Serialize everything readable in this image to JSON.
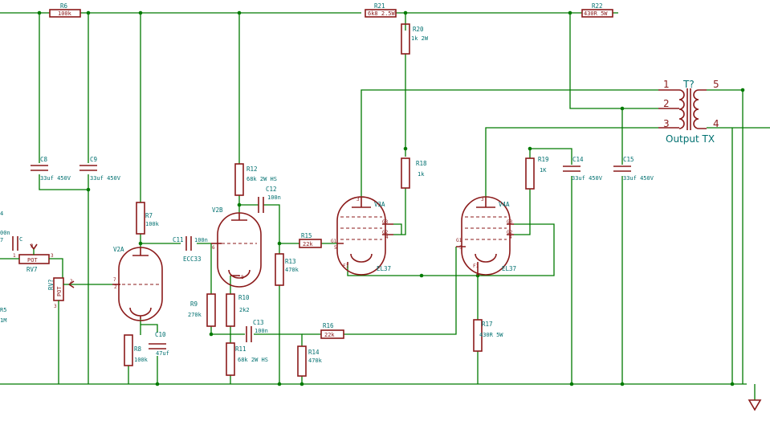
{
  "components": {
    "R6": {
      "ref": "R6",
      "value": "100k"
    },
    "R21": {
      "ref": "R21",
      "value": "6k8 2.5W"
    },
    "R20": {
      "ref": "R20",
      "value": "1k 2W"
    },
    "R22": {
      "ref": "R22",
      "value": "430R 5W"
    },
    "C8": {
      "ref": "C8",
      "value": "33uf 450V"
    },
    "C9": {
      "ref": "C9",
      "value": "33uf 450V"
    },
    "R7": {
      "ref": "R7",
      "value": "100k"
    },
    "R12": {
      "ref": "R12",
      "value": "68k 2W HS"
    },
    "C12": {
      "ref": "C12",
      "value": "100n"
    },
    "C11": {
      "ref": "C11",
      "value": "100n"
    },
    "R13": {
      "ref": "R13",
      "value": "470k"
    },
    "R15": {
      "ref": "R15",
      "value": "22k"
    },
    "R18": {
      "ref": "R18",
      "value": "1k"
    },
    "R19": {
      "ref": "R19",
      "value": "1K"
    },
    "C14": {
      "ref": "C14",
      "value": "33uf 450V"
    },
    "C15": {
      "ref": "C15",
      "value": "33uf 450V"
    },
    "R9": {
      "ref": "R9",
      "value": "270k"
    },
    "R10": {
      "ref": "R10",
      "value": "2k2"
    },
    "R8": {
      "ref": "R8",
      "value": "100k"
    },
    "C10": {
      "ref": "C10",
      "value": "47uf"
    },
    "C13": {
      "ref": "C13",
      "value": "100n"
    },
    "R11": {
      "ref": "R11",
      "value": "68k 2W HS"
    },
    "R16": {
      "ref": "R16",
      "value": "22k"
    },
    "R14": {
      "ref": "R14",
      "value": "470k"
    },
    "R17": {
      "ref": "R17",
      "value": "430R 5W"
    },
    "T": {
      "ref": "T?",
      "value": "Output TX"
    },
    "RV7": {
      "ref": "RV7",
      "value": "POT"
    },
    "RVq": {
      "ref": "RV?",
      "value": "POT"
    }
  },
  "tubes": {
    "V2A": {
      "ref": "V2A",
      "value": "ECC33"
    },
    "V2B": {
      "ref": "V2B",
      "value": ""
    },
    "V3A": {
      "ref": "V3A",
      "value": "EL37"
    },
    "V4A": {
      "ref": "V4A",
      "value": "EL37"
    }
  },
  "partial_labels": {
    "p1": "4",
    "p2": "00n",
    "p3": "7",
    "p4": "C",
    "p5": "R5",
    "p6": "1M"
  },
  "pins": {
    "t1": "1",
    "t2": "2",
    "t3": "3",
    "t5": "5",
    "t4": "4",
    "g1": "G1",
    "g2": "G2",
    "g3": "G3",
    "f1": "F1",
    "n5": "5",
    "n3": "3",
    "n4": "4",
    "n2": "2",
    "n1": "1",
    "n6": "6",
    "n7": "7",
    "n8": "8"
  }
}
